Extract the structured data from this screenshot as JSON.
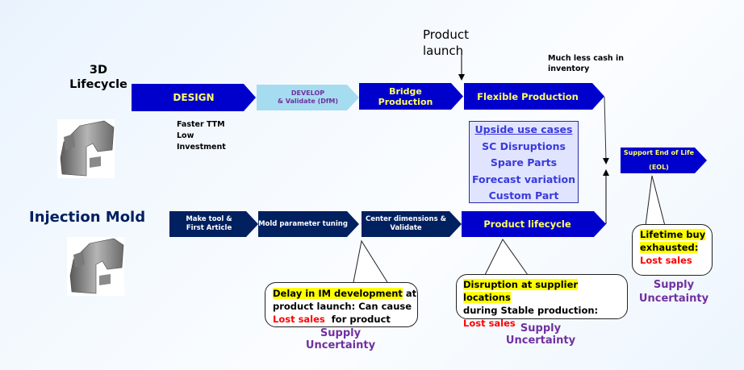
{
  "rows": {
    "top_label": "3D\nLifecycle",
    "bottom_label": "Injection Mold"
  },
  "top_chevrons": [
    {
      "label": "DESIGN"
    },
    {
      "label_line1": "DEVELOP",
      "label_line2": "& Validate (DfM)"
    },
    {
      "label_line1": "Bridge",
      "label_line2": "Production"
    },
    {
      "label": "Flexible Production"
    }
  ],
  "bottom_chevrons": [
    {
      "label_line1": "Make tool &",
      "label_line2": "First Article"
    },
    {
      "label": "Mold parameter tuning"
    },
    {
      "label_line1": "Center dimensions &",
      "label_line2": "Validate"
    },
    {
      "label": "Product lifecycle"
    }
  ],
  "eol": {
    "line1": "Support End of Life",
    "line2": "(EOL)"
  },
  "product_launch": {
    "line1": "Product",
    "line2": "launch"
  },
  "cash_note": {
    "line1": "Much less cash in",
    "line2": "inventory"
  },
  "design_benefits": [
    "Faster TTM",
    "Low",
    "Investment"
  ],
  "upside_box": {
    "title": "Upside use cases",
    "items": [
      "SC Disruptions",
      "Spare Parts",
      "Forecast variation",
      "Custom Part"
    ]
  },
  "callouts": [
    {
      "highlight": "Delay in IM development",
      "rest1": " at",
      "line2": "product launch: Can cause",
      "red": "Lost sales",
      "rest3": "  for product"
    },
    {
      "highlight": "Disruption at supplier locations",
      "line2": "during Stable production:",
      "red": "Lost sales"
    },
    {
      "highlight1": "Lifetime buy",
      "highlight2": "exhausted:",
      "red": "Lost sales"
    }
  ],
  "supply_labels": [
    "Supply Uncertainty",
    "Supply Uncertainty",
    "Supply\nUncertainty"
  ],
  "images": [
    "3d-printed-part-image",
    "injection-molded-part-image"
  ]
}
